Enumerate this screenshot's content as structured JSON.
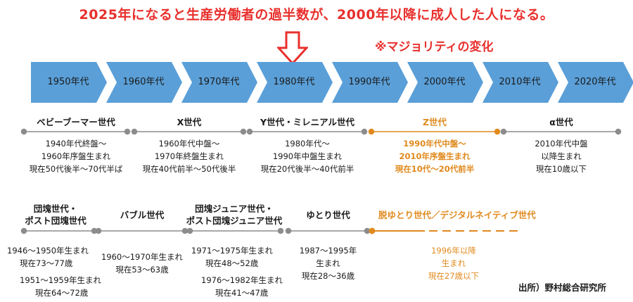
{
  "headline": "2025年になると生産労働者の過半数が、2000年以降に成人した人になる。",
  "subhead": "※マジョリティの変化",
  "decades": [
    "1950年代",
    "1960年代",
    "1970年代",
    "1980年代",
    "1990年代",
    "2000年代",
    "2010年代",
    "2020年代"
  ],
  "generations_top": [
    {
      "name": "ベビーブーマー世代",
      "desc": [
        "1940年代終盤～",
        "1960年序盤生まれ",
        "現在50代後半～70代半ば"
      ]
    },
    {
      "name": "X世代",
      "desc": [
        "1960年代中盤～",
        "1970年終盤生まれ",
        "現在40代前半～50代後半"
      ]
    },
    {
      "name": "Y世代・ミレニアル世代",
      "desc": [
        "1980年代～",
        "1990年中盤生まれ",
        "現在20代後半～40代前半"
      ]
    },
    {
      "name": "Z世代",
      "desc": [
        "1990年代中盤～",
        "2010年序盤生まれ",
        "現在10代～20代前半"
      ]
    },
    {
      "name": "α世代",
      "desc": [
        "2010年代中盤",
        "以降生まれ",
        "現在10歳以下"
      ]
    }
  ],
  "generations_bottom": [
    {
      "name": [
        "団塊世代・",
        "ポスト団塊世代"
      ],
      "desc": [
        "1946～1950年生まれ",
        "現在73～77歳",
        "",
        "1951～1959年生まれ",
        "現在64～72歳"
      ]
    },
    {
      "name": [
        "バブル世代"
      ],
      "desc": [
        "1960～1970年生まれ",
        "現在53～63歳"
      ]
    },
    {
      "name": [
        "団塊ジュニア世代・",
        "ポスト団塊ジュニア世代"
      ],
      "desc": [
        "1971～1975年生まれ",
        "現在48～52歳",
        "",
        "1976～1982年生まれ",
        "現在41～47歳"
      ]
    },
    {
      "name": [
        "ゆとり世代"
      ],
      "desc": [
        "1987～1995年",
        "生まれ",
        "現在28～36歳"
      ]
    },
    {
      "name": [
        "脱ゆとり世代／デジタルネイティブ世代"
      ],
      "desc": [
        "1996年以降",
        "生まれ",
        "現在27歳以下"
      ]
    }
  ],
  "source": "出所）野村総合研究所",
  "colors": {
    "red": "#e8302d",
    "chevron": "#5a9fd8",
    "orange": "#e08a1e",
    "gray": "#8c8c8c"
  }
}
